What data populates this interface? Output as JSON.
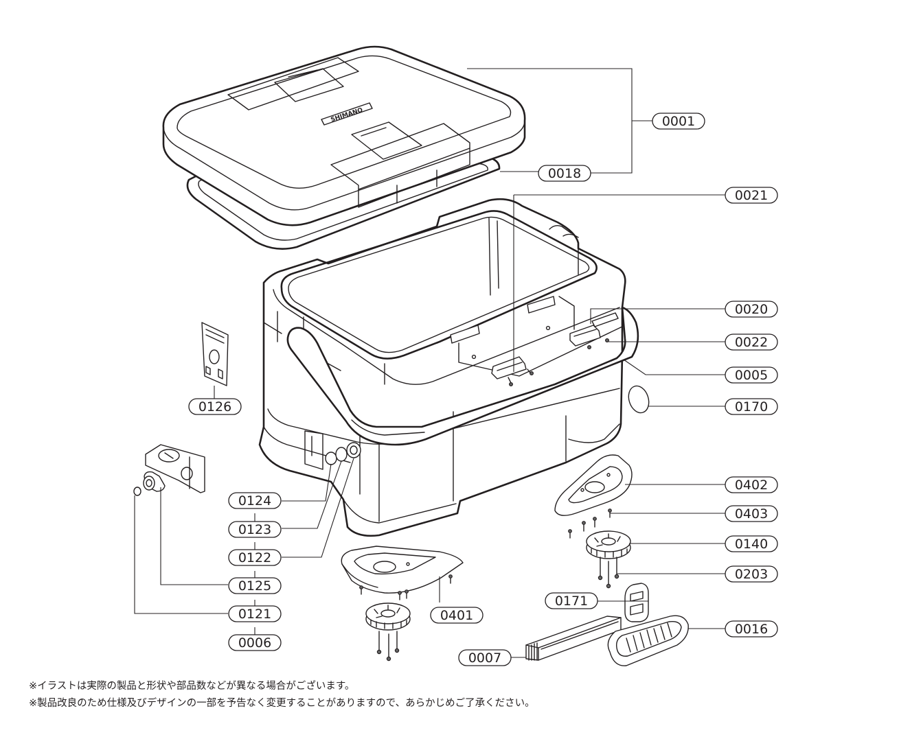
{
  "parts": [
    {
      "id": "p0001",
      "label": "0001"
    },
    {
      "id": "p0018",
      "label": "0018"
    },
    {
      "id": "p0021",
      "label": "0021"
    },
    {
      "id": "p0020",
      "label": "0020"
    },
    {
      "id": "p0022",
      "label": "0022"
    },
    {
      "id": "p0005",
      "label": "0005"
    },
    {
      "id": "p0170",
      "label": "0170"
    },
    {
      "id": "p0126",
      "label": "0126"
    },
    {
      "id": "p0402",
      "label": "0402"
    },
    {
      "id": "p0403",
      "label": "0403"
    },
    {
      "id": "p0140",
      "label": "0140"
    },
    {
      "id": "p0203",
      "label": "0203"
    },
    {
      "id": "p0124",
      "label": "0124"
    },
    {
      "id": "p0123",
      "label": "0123"
    },
    {
      "id": "p0122",
      "label": "0122"
    },
    {
      "id": "p0125",
      "label": "0125"
    },
    {
      "id": "p0121",
      "label": "0121"
    },
    {
      "id": "p0006",
      "label": "0006"
    },
    {
      "id": "p0401",
      "label": "0401"
    },
    {
      "id": "p0171",
      "label": "0171"
    },
    {
      "id": "p0016",
      "label": "0016"
    },
    {
      "id": "p0007",
      "label": "0007"
    }
  ],
  "brand_mark": "SHIMANO",
  "notes": [
    "※イラストは実際の製品と形状や部品数などが異なる場合がございます。",
    "※製品改良のため仕様及びデザインの一部を予告なく変更することがありますので、あらかじめご了承ください。"
  ]
}
